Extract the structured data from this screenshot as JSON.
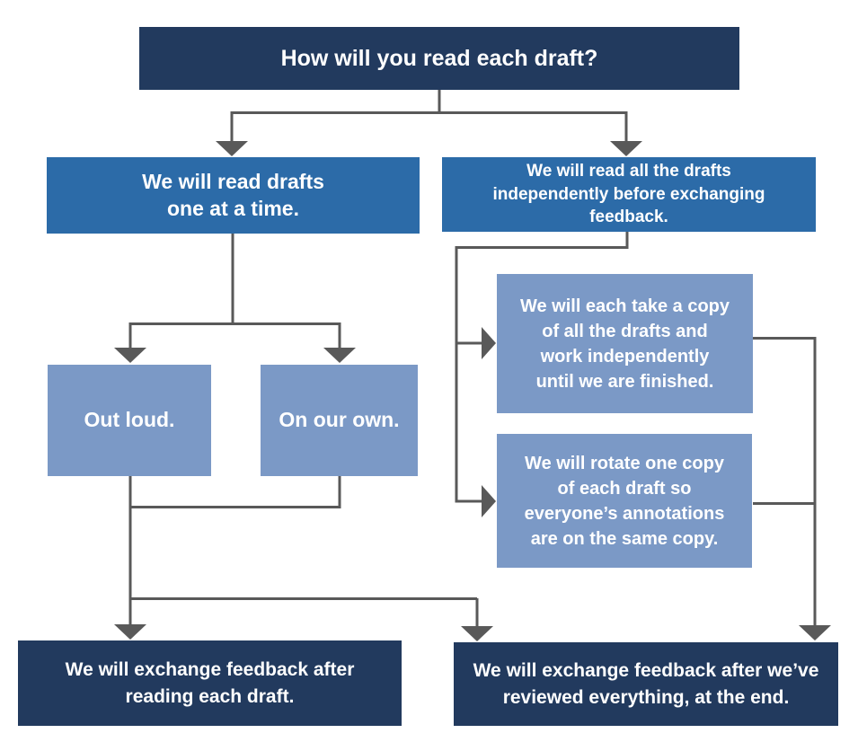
{
  "diagram": {
    "title": "How will you read each draft?",
    "nodes": {
      "read_one_at_a_time": "We will read drafts\none at a time.",
      "read_independently": "We will read all the drafts\nindependently before exchanging\nfeedback.",
      "out_loud": "Out loud.",
      "on_our_own": "On our own.",
      "each_take_copy": "We will each take a copy\nof all the drafts and\nwork independently\nuntil we are finished.",
      "rotate_copy": "We will rotate one copy\nof each draft so\neveryone’s annotations\nare on the same copy.",
      "feedback_each_draft": "We will exchange feedback after\nreading each draft.",
      "feedback_at_end": "We will exchange feedback after we’ve\nreviewed everything, at the end."
    },
    "colors": {
      "navy_box": "#223a5e",
      "blue_box": "#2c6ba8",
      "light_blue_box": "#7b99c6",
      "connector_line": "#595959",
      "text": "#ffffff",
      "background": "#ffffff"
    }
  }
}
